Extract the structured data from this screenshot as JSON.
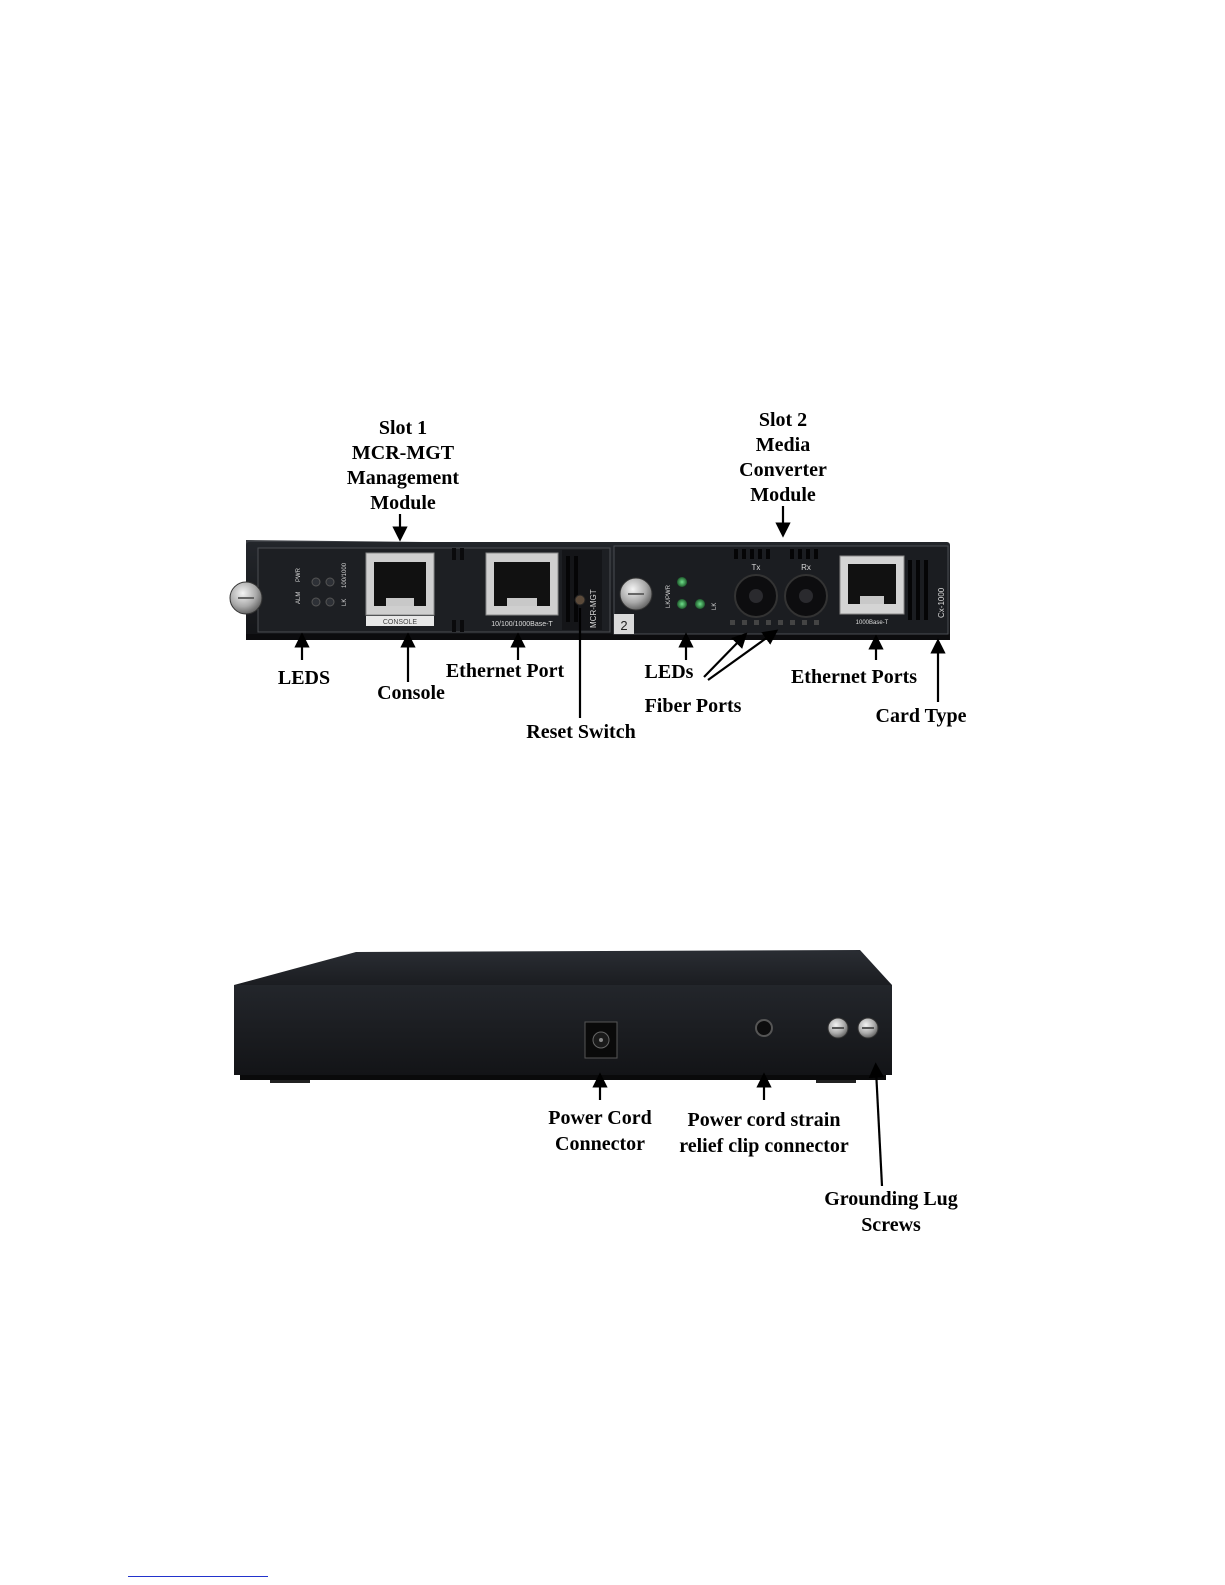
{
  "front": {
    "callouts": {
      "slot1": [
        "Slot 1",
        "MCR-MGT",
        "Management",
        "Module"
      ],
      "slot2": [
        "Slot 2",
        "Media",
        "Converter",
        "Module"
      ],
      "leds_left": "LEDS",
      "console": "Console",
      "ethernet_port": "Ethernet Port",
      "reset_switch": "Reset Switch",
      "leds_right": "LEDs",
      "fiber_ports": "Fiber Ports",
      "ethernet_ports": "Ethernet Ports",
      "card_type": "Card Type"
    },
    "panel_labels": {
      "alm": "ALM",
      "pwr": "PWR",
      "lk": "LK",
      "speed": "100/1000",
      "console": "CONSOLE",
      "eth_mgt": "10/100/1000Base-T",
      "mcr_mgt": "MCR-MGT",
      "slot_num": "2",
      "lk_pwr": "LK/PWR",
      "lk2": "LK",
      "tx": "Tx",
      "rx": "Rx",
      "eth_conv": "1000Base-T",
      "card_type": "Cx-1000"
    }
  },
  "rear": {
    "callouts": {
      "power_cord": [
        "Power Cord",
        "Connector"
      ],
      "strain_relief": [
        "Power cord strain",
        "relief clip connector"
      ],
      "grounding": [
        "Grounding Lug",
        "Screws"
      ]
    }
  }
}
